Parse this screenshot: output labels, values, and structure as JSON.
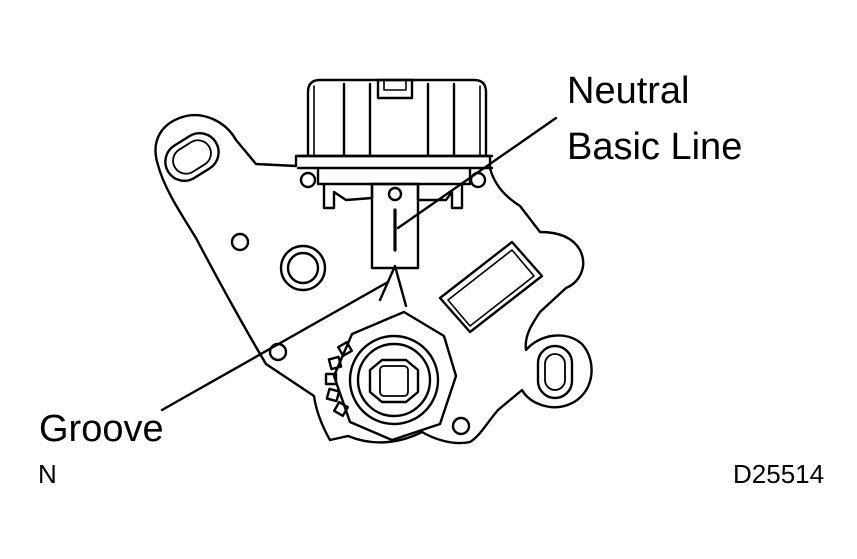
{
  "labels": {
    "neutral_line1": "Neutral",
    "neutral_line2": "Basic Line",
    "groove": "Groove",
    "position": "N",
    "figure_code": "D25514"
  },
  "colors": {
    "line": "#000000",
    "background": "#ffffff"
  }
}
